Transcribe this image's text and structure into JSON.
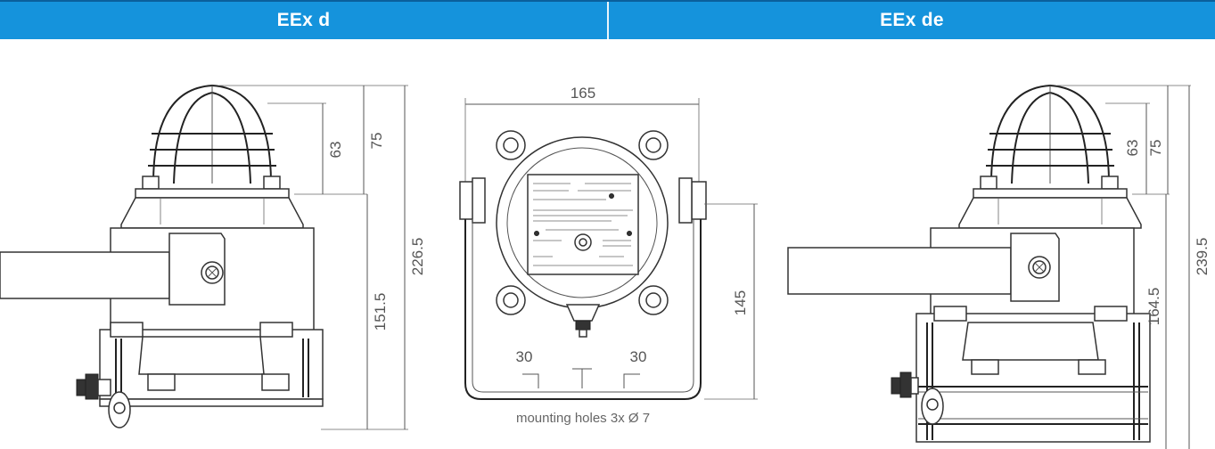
{
  "header": {
    "left_title": "EEx d",
    "right_title": "EEx de"
  },
  "dims_left": {
    "d1": "63",
    "d2": "75",
    "d3": "226.5",
    "d4": "151.5"
  },
  "dims_center": {
    "width": "165",
    "height": "145",
    "spacing_left": "30",
    "spacing_right": "30",
    "caption": "mounting holes 3x Ø 7"
  },
  "dims_right": {
    "d1": "63",
    "d2": "75",
    "d3": "239.5",
    "d4": "164.5"
  }
}
